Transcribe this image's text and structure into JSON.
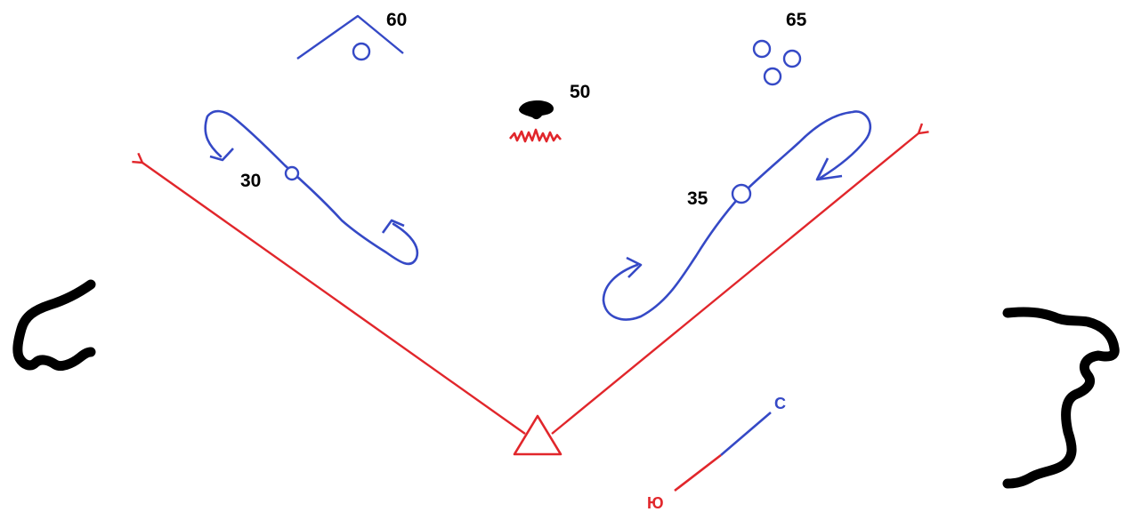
{
  "labels": {
    "depth_top_left": "60",
    "depth_top_right": "65",
    "depth_center": "50",
    "depth_left_route": "30",
    "depth_right_route": "35"
  },
  "compass": {
    "north_label": "С",
    "south_label": "Ю"
  },
  "colors": {
    "ray": "#e1262b",
    "route": "#3549c6",
    "shore": "#000000",
    "fire": "#e1262b",
    "compass_north": "#3549c6",
    "compass_south": "#e1262b"
  },
  "icons": {
    "observer": "triangle-icon",
    "center_object": "snag-icon",
    "vegetation": "grass-icon",
    "stones": "circle-icon"
  }
}
